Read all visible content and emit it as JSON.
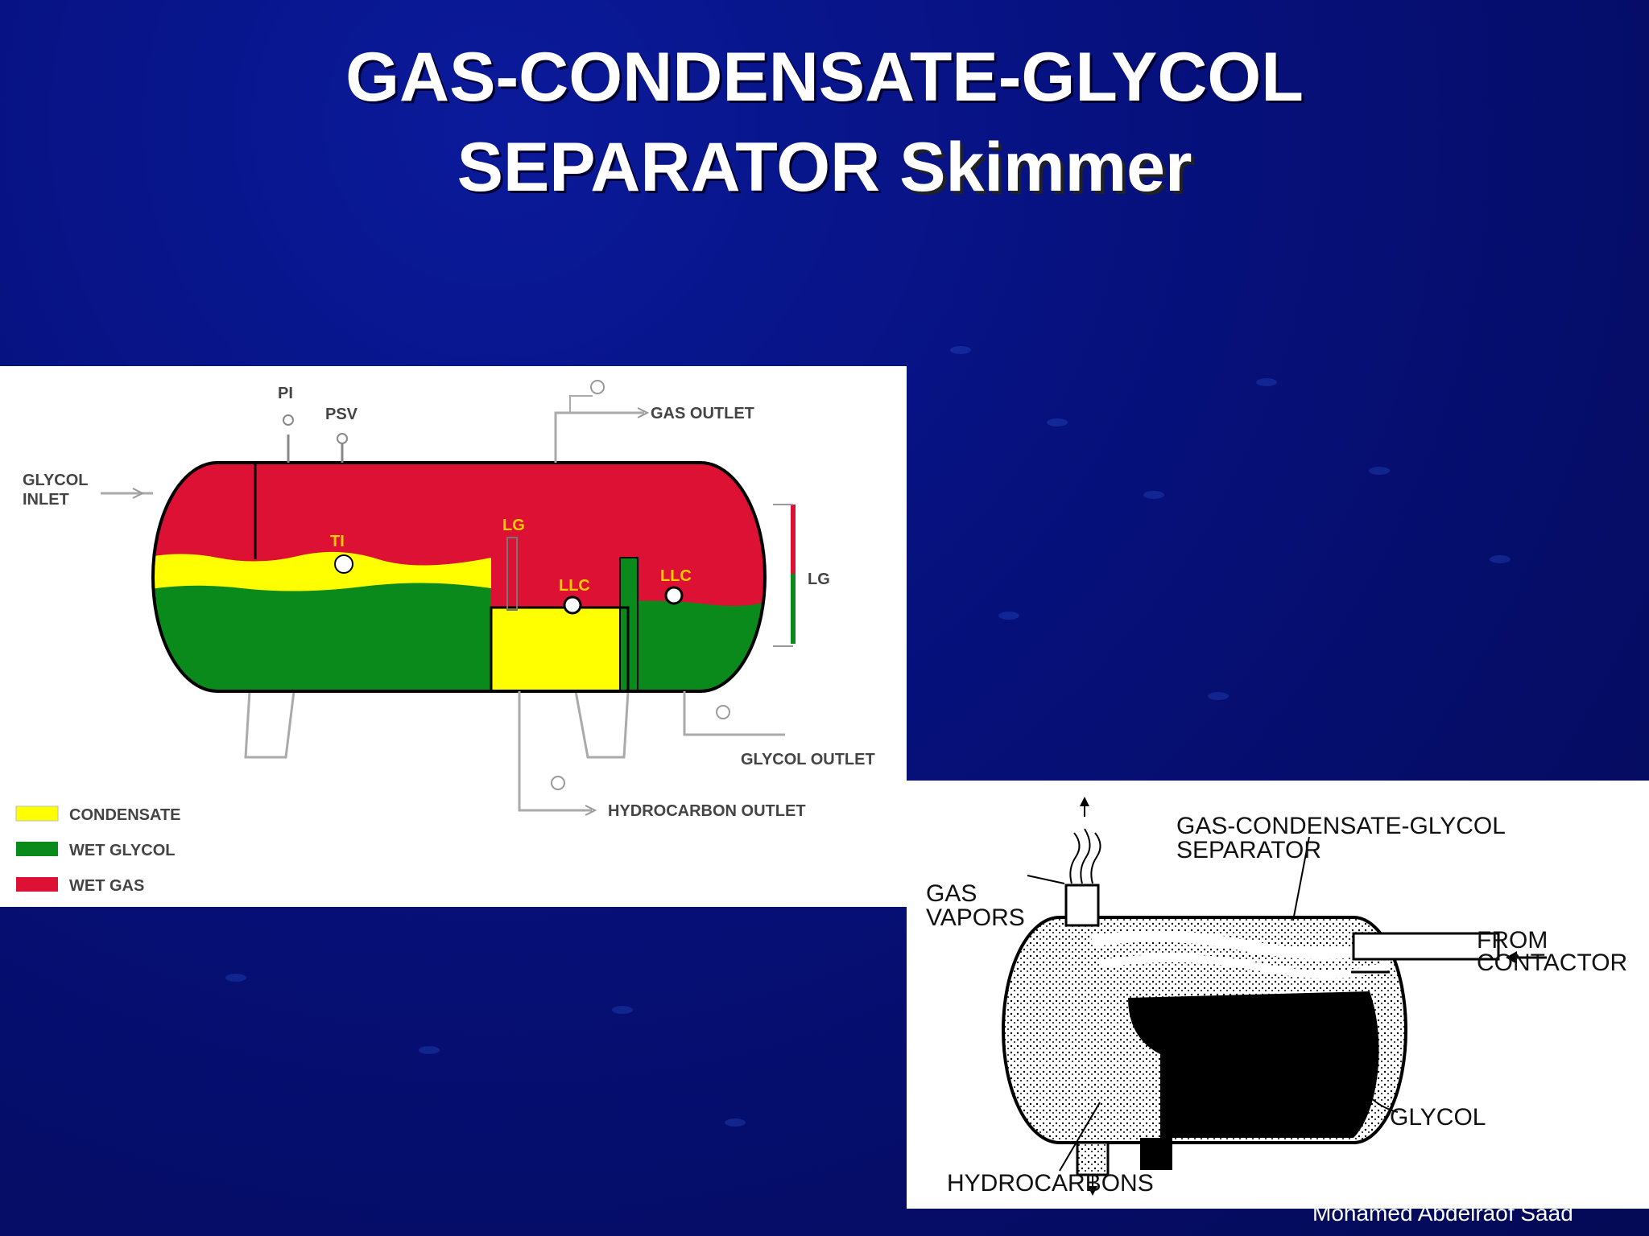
{
  "title": {
    "line1": "GAS-CONDENSATE-GLYCOL",
    "line2_plain": "SEPARATOR ",
    "line2_emph": "Skimmer"
  },
  "diagram1": {
    "labels": {
      "pi": "PI",
      "psv": "PSV",
      "gas_outlet": "GAS OUTLET",
      "glycol_inlet_1": "GLYCOL",
      "glycol_inlet_2": "INLET",
      "ti": "TI",
      "lg_small": "LG",
      "llc1": "LLC",
      "llc2": "LLC",
      "lg_right": "LG",
      "glycol_outlet": "GLYCOL OUTLET",
      "hydrocarbon_outlet": "HYDROCARBON OUTLET"
    },
    "legend": [
      {
        "label": "CONDENSATE",
        "color": "#ffff00"
      },
      {
        "label": "WET GLYCOL",
        "color": "#0a8a1a"
      },
      {
        "label": "WET GAS",
        "color": "#dd1133"
      }
    ],
    "colors": {
      "gas": "#dd1133",
      "condensate": "#ffff00",
      "glycol": "#0a8a1a"
    }
  },
  "diagram2": {
    "labels": {
      "separator_1": "GAS-CONDENSATE-GLYCOL",
      "separator_2": "SEPARATOR",
      "gas_vapors_1": "GAS",
      "gas_vapors_2": "VAPORS",
      "from_contactor_1": "FROM",
      "from_contactor_2": "CONTACTOR",
      "glycol": "GLYCOL",
      "hydrocarbons": "HYDROCARBONS"
    }
  },
  "footer": "Mohamed Abdelraof Saad"
}
